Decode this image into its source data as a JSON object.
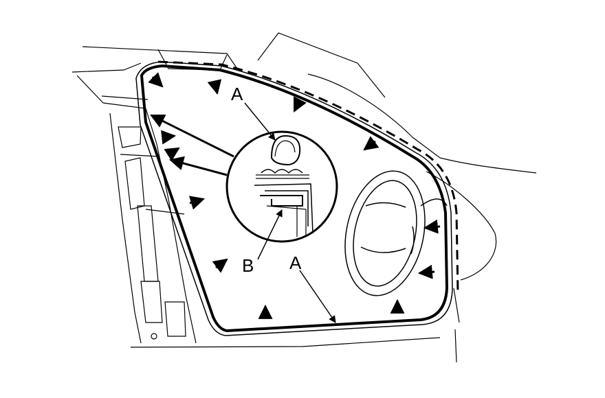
{
  "labels": {
    "a_top": "A",
    "b": "B",
    "a_bottom": "A"
  },
  "colors": {
    "ink": "#000000",
    "background": "#ffffff"
  }
}
